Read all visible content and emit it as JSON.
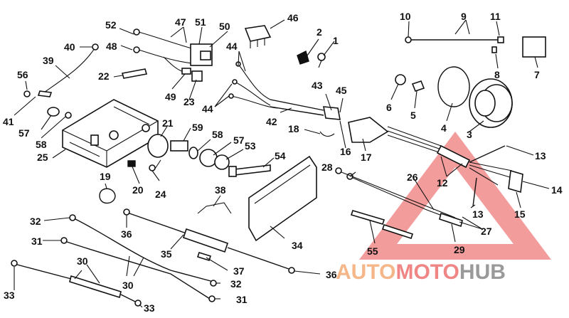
{
  "labels": [
    {
      "name": "part-1",
      "text": "1"
    },
    {
      "name": "part-2",
      "text": "2"
    },
    {
      "name": "part-3",
      "text": "3"
    },
    {
      "name": "part-4",
      "text": "4"
    },
    {
      "name": "part-5",
      "text": "5"
    },
    {
      "name": "part-6",
      "text": "6"
    },
    {
      "name": "part-7",
      "text": "7"
    },
    {
      "name": "part-8",
      "text": "8"
    },
    {
      "name": "part-9",
      "text": "9"
    },
    {
      "name": "part-10",
      "text": "10"
    },
    {
      "name": "part-11",
      "text": "11"
    },
    {
      "name": "part-12",
      "text": "12"
    },
    {
      "name": "part-13a",
      "text": "13"
    },
    {
      "name": "part-13b",
      "text": "13"
    },
    {
      "name": "part-14",
      "text": "14"
    },
    {
      "name": "part-15",
      "text": "15"
    },
    {
      "name": "part-16",
      "text": "16"
    },
    {
      "name": "part-17",
      "text": "17"
    },
    {
      "name": "part-18",
      "text": "18"
    },
    {
      "name": "part-19",
      "text": "19"
    },
    {
      "name": "part-20",
      "text": "20"
    },
    {
      "name": "part-21",
      "text": "21"
    },
    {
      "name": "part-22",
      "text": "22"
    },
    {
      "name": "part-23",
      "text": "23"
    },
    {
      "name": "part-24",
      "text": "24"
    },
    {
      "name": "part-25",
      "text": "25"
    },
    {
      "name": "part-26",
      "text": "26"
    },
    {
      "name": "part-27",
      "text": "27"
    },
    {
      "name": "part-28",
      "text": "28"
    },
    {
      "name": "part-29",
      "text": "29"
    },
    {
      "name": "part-30a",
      "text": "30"
    },
    {
      "name": "part-30b",
      "text": "30"
    },
    {
      "name": "part-31a",
      "text": "31"
    },
    {
      "name": "part-31b",
      "text": "31"
    },
    {
      "name": "part-32a",
      "text": "32"
    },
    {
      "name": "part-32b",
      "text": "32"
    },
    {
      "name": "part-33a",
      "text": "33"
    },
    {
      "name": "part-33b",
      "text": "33"
    },
    {
      "name": "part-34",
      "text": "34"
    },
    {
      "name": "part-35",
      "text": "35"
    },
    {
      "name": "part-36a",
      "text": "36"
    },
    {
      "name": "part-36b",
      "text": "36"
    },
    {
      "name": "part-37",
      "text": "37"
    },
    {
      "name": "part-38",
      "text": "38"
    },
    {
      "name": "part-39",
      "text": "39"
    },
    {
      "name": "part-40",
      "text": "40"
    },
    {
      "name": "part-41",
      "text": "41"
    },
    {
      "name": "part-42",
      "text": "42"
    },
    {
      "name": "part-43",
      "text": "43"
    },
    {
      "name": "part-44a",
      "text": "44"
    },
    {
      "name": "part-44b",
      "text": "44"
    },
    {
      "name": "part-45",
      "text": "45"
    },
    {
      "name": "part-46",
      "text": "46"
    },
    {
      "name": "part-47",
      "text": "47"
    },
    {
      "name": "part-48",
      "text": "48"
    },
    {
      "name": "part-49",
      "text": "49"
    },
    {
      "name": "part-50",
      "text": "50"
    },
    {
      "name": "part-51",
      "text": "51"
    },
    {
      "name": "part-52",
      "text": "52"
    },
    {
      "name": "part-53",
      "text": "53"
    },
    {
      "name": "part-54",
      "text": "54"
    },
    {
      "name": "part-55",
      "text": "55"
    },
    {
      "name": "part-56",
      "text": "56"
    },
    {
      "name": "part-57a",
      "text": "57"
    },
    {
      "name": "part-57b",
      "text": "57"
    },
    {
      "name": "part-58a",
      "text": "58"
    },
    {
      "name": "part-58b",
      "text": "58"
    },
    {
      "name": "part-59",
      "text": "59"
    }
  ],
  "watermark": {
    "segments": [
      {
        "text": "AUTO",
        "color": "#f5b78a"
      },
      {
        "text": "MOTO",
        "color": "#f08585"
      },
      {
        "text": "HUB",
        "color": "#9a9a9a"
      }
    ]
  },
  "colors": {
    "line": "#111111",
    "watermark_triangle": "#ef7b7b"
  }
}
